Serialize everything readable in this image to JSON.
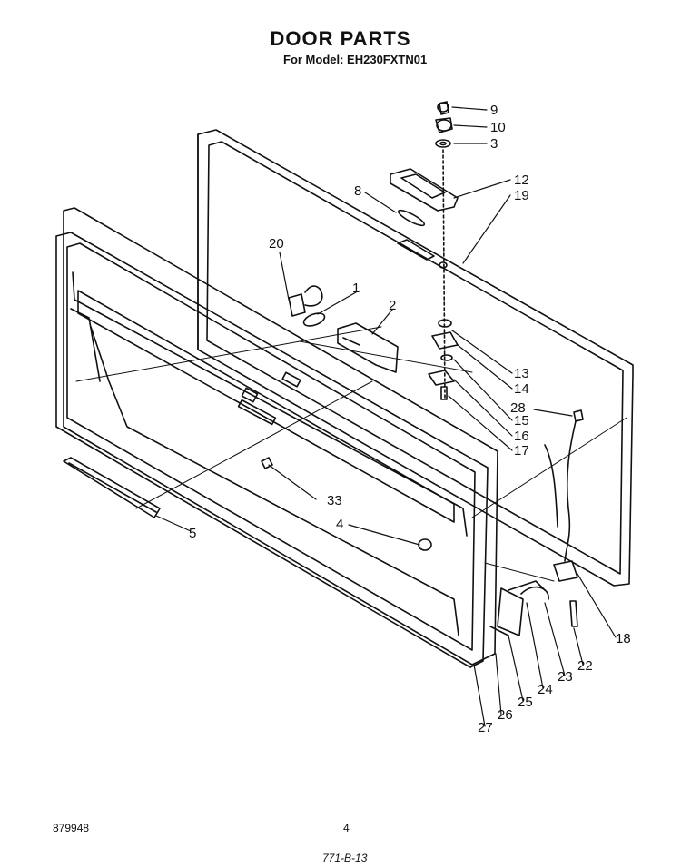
{
  "header": {
    "title": "DOOR PARTS",
    "model_line": "For Model: EH230FXTN01"
  },
  "footer": {
    "catalog_number": "879948",
    "page_number": "4",
    "handwritten_code": "771-B-13"
  },
  "callouts": {
    "c9": "9",
    "c10": "10",
    "c3": "3",
    "c12": "12",
    "c19": "19",
    "c8": "8",
    "c20": "20",
    "c1": "1",
    "c2": "2",
    "c13": "13",
    "c14": "14",
    "c15": "15",
    "c16": "16",
    "c17": "17",
    "c28": "28",
    "c33": "33",
    "c5": "5",
    "c4": "4",
    "c18": "18",
    "c22": "22",
    "c23": "23",
    "c24": "24",
    "c25": "25",
    "c26": "26",
    "c27": "27"
  }
}
